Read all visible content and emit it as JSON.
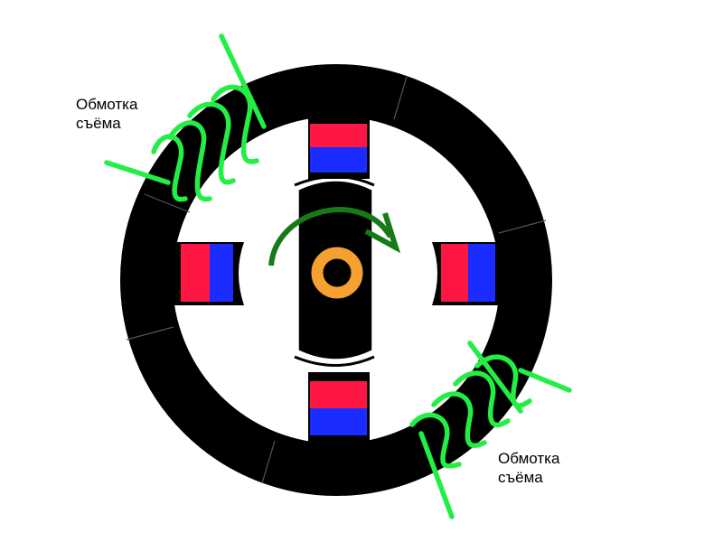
{
  "labels": {
    "top_left": {
      "line1": "Обмотка",
      "line2": "съёма"
    },
    "bottom_right": {
      "line1": "Обмотка",
      "line2": "съёма"
    }
  },
  "colors": {
    "background": "#ffffff",
    "core": "#000000",
    "magnet_north": "#ff1744",
    "magnet_south": "#1a2cff",
    "coil": "#22ee44",
    "shaft": "#f5a030",
    "rotation_arrow": "#167a16"
  },
  "icons": {
    "rotation": "curved-arrow-clockwise-icon",
    "shaft": "ring-icon"
  }
}
